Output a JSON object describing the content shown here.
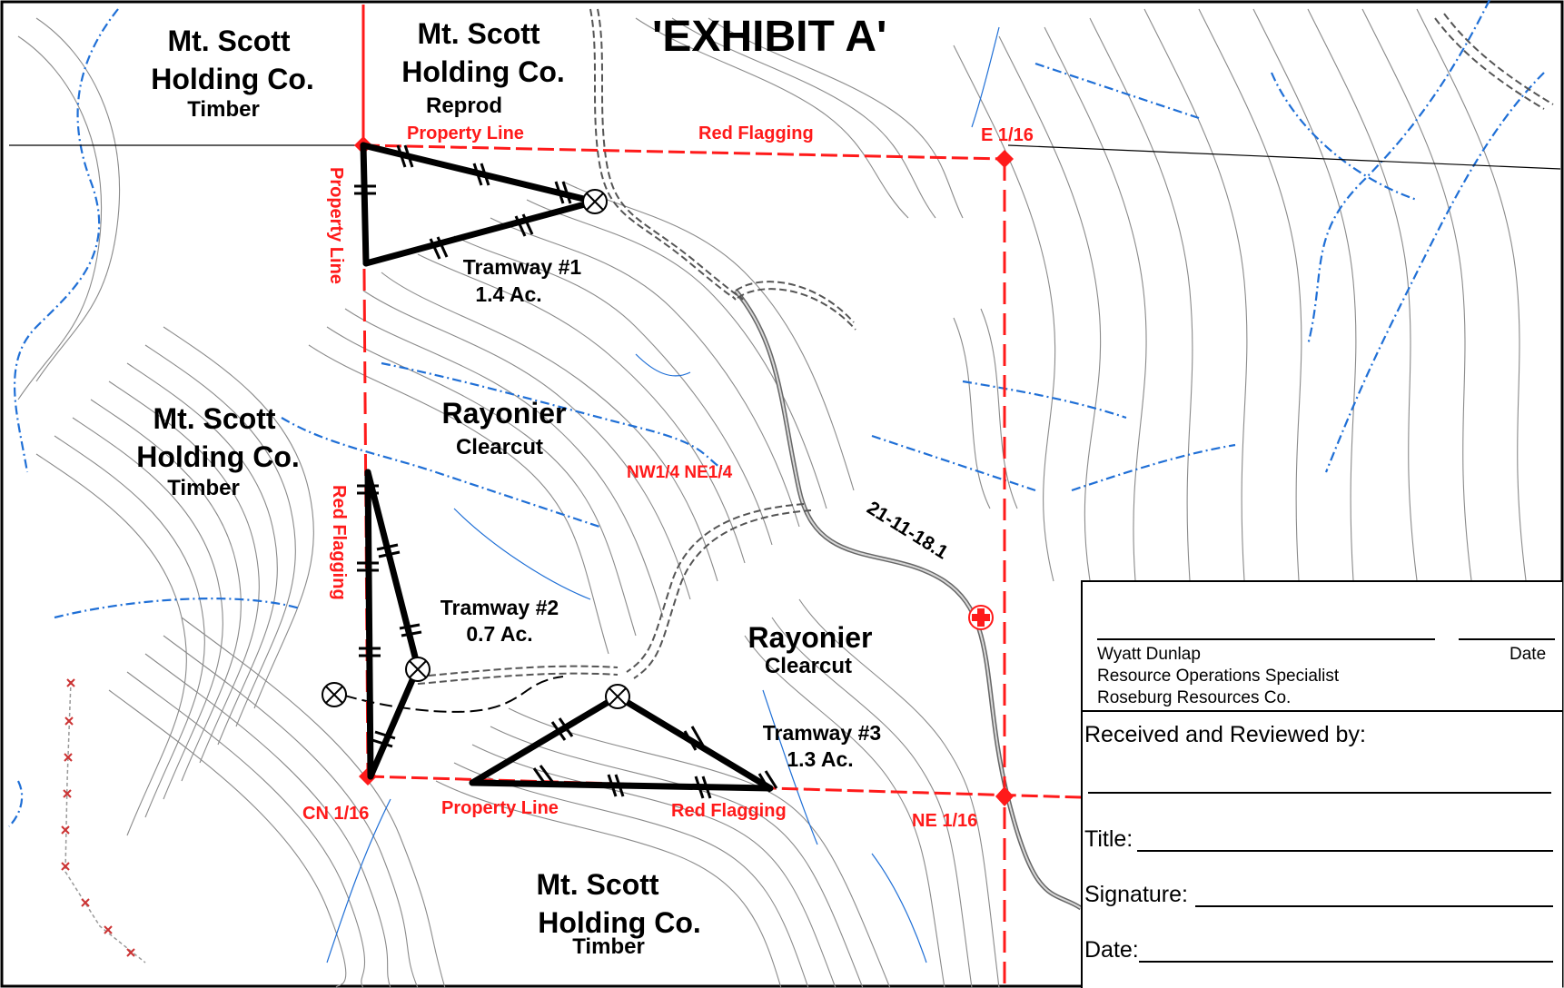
{
  "title": "'EXHIBIT A'",
  "owners": [
    {
      "name_line1": "Mt. Scott",
      "name_line2": "Holding Co.",
      "type": "Timber"
    },
    {
      "name_line1": "Mt. Scott",
      "name_line2": "Holding Co.",
      "type": "Reprod"
    },
    {
      "name_line1": "Mt. Scott",
      "name_line2": "Holding Co.",
      "type": "Timber"
    },
    {
      "name_line1": "Mt. Scott",
      "name_line2": "Holding Co.",
      "type": "Timber"
    },
    {
      "name_line1": "Rayonier",
      "name_line2": "",
      "type": "Clearcut"
    },
    {
      "name_line1": "Rayonier",
      "name_line2": "",
      "type": "Clearcut"
    }
  ],
  "tramways": [
    {
      "name": "Tramway #1",
      "area": "1.4 Ac."
    },
    {
      "name": "Tramway #2",
      "area": "0.7 Ac."
    },
    {
      "name": "Tramway #3",
      "area": "1.3 Ac."
    }
  ],
  "red_labels": {
    "property_line_top": "Property Line",
    "property_line_left": "Property Line",
    "property_line_bottom": "Property Line",
    "red_flagging_top": "Red Flagging",
    "red_flagging_left": "Red Flagging",
    "red_flagging_bottom": "Red Flagging",
    "e116": "E 1/16",
    "cn116": "CN 1/16",
    "ne116": "NE 1/16",
    "quarter": "NW1/4 NE1/4"
  },
  "road_label": "21-11-18.1",
  "signature_block": {
    "name": "Wyatt Dunlap",
    "date_label": "Date",
    "role": "Resource Operations Specialist",
    "company": "Roseburg Resources Co.",
    "received": "Received and Reviewed by:",
    "title_label": "Title:",
    "signature_label": "Signature:",
    "date_field_label": "Date:"
  },
  "colors": {
    "property_line": "#ff1a1a",
    "stream": "#1f6fd6",
    "contour": "#8a8a8a",
    "tramway": "#000000",
    "road": "#555555"
  }
}
